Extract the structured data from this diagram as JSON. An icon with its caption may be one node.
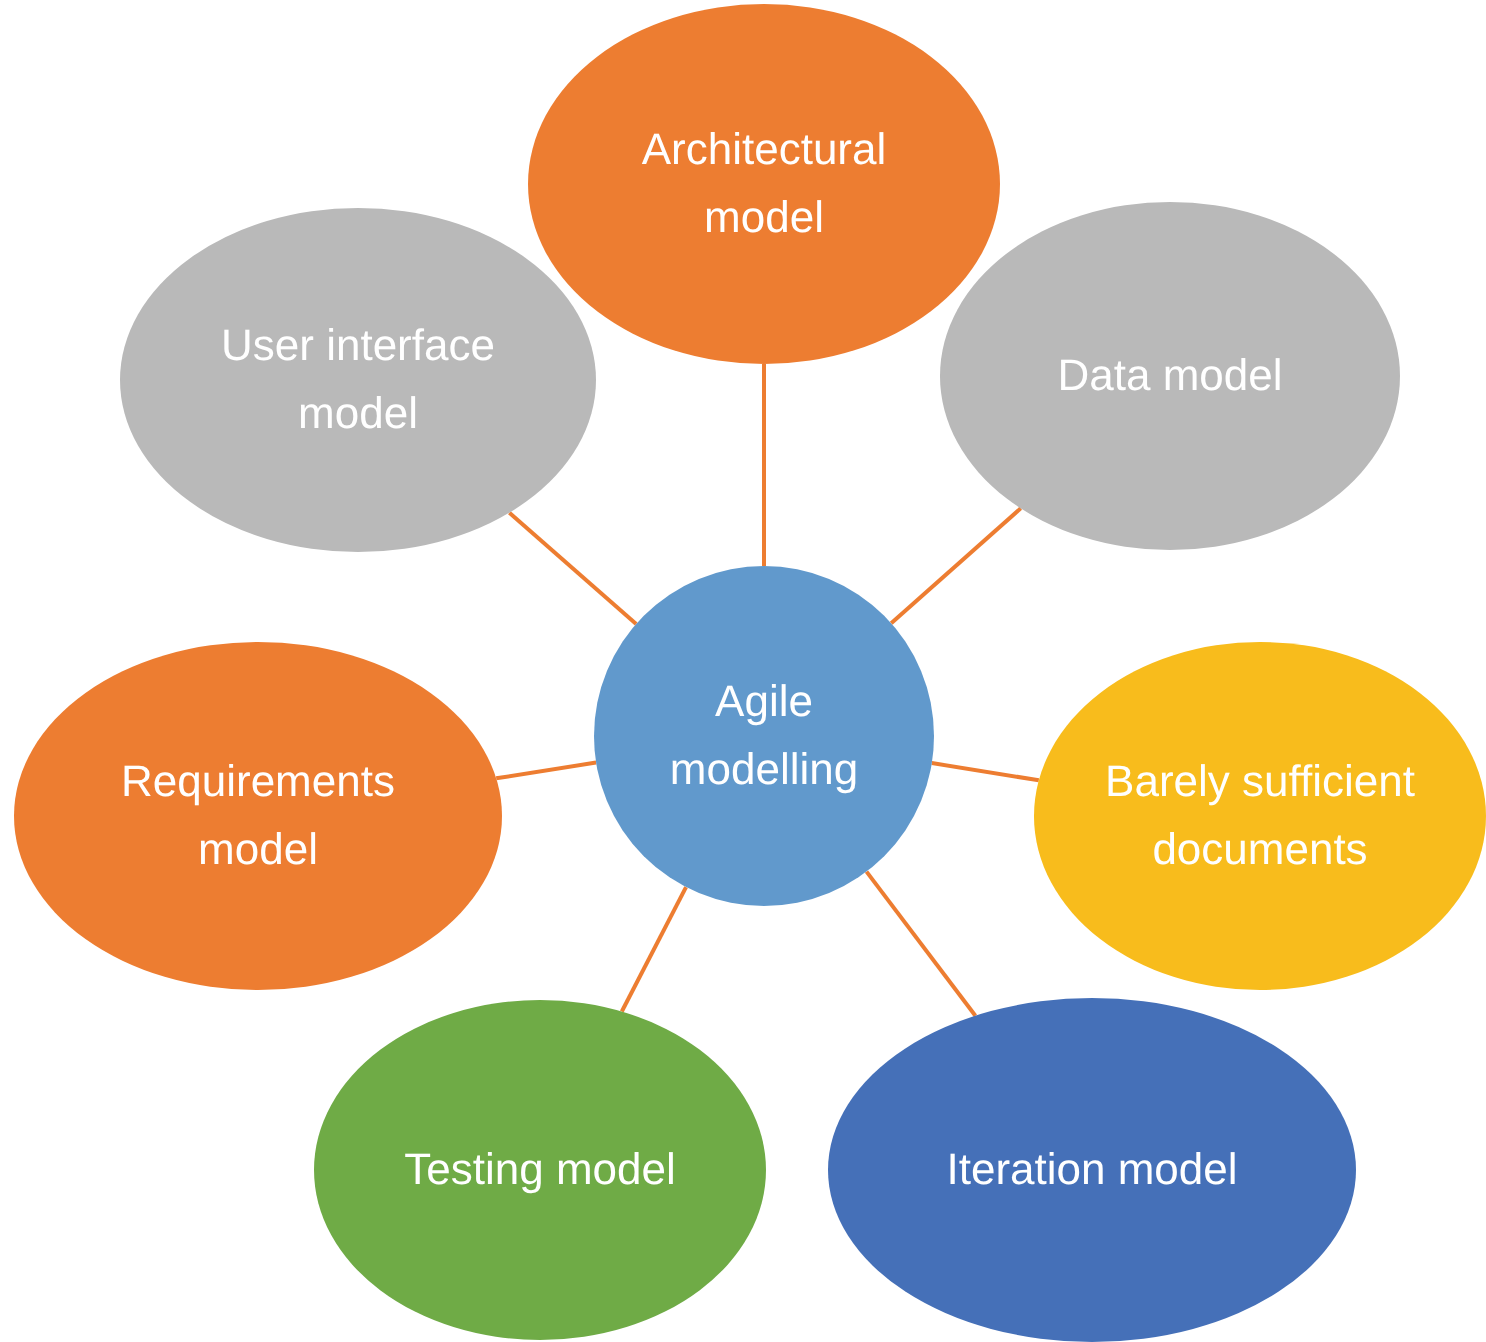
{
  "diagram": {
    "nodes": [
      {
        "text": [
          "Architectural model"
        ]
      },
      {
        "text": [
          "User interface model"
        ]
      },
      {
        "text": [
          "Data model"
        ]
      },
      {
        "text": [
          "Agile modelling"
        ]
      },
      {
        "text": [
          "Requirements model"
        ]
      },
      {
        "text": [
          "Barely sufficient documents"
        ]
      },
      {
        "text": [
          "Testing model"
        ]
      },
      {
        "text": [
          "Iteration model"
        ]
      }
    ],
    "edges": [
      {
        "from": 3,
        "to": 0,
        "arrow": "none"
      },
      {
        "from": 3,
        "to": 1,
        "arrow": "none"
      },
      {
        "from": 3,
        "to": 2,
        "arrow": "none"
      },
      {
        "from": 3,
        "to": 4,
        "arrow": "none"
      },
      {
        "from": 3,
        "to": 5,
        "arrow": "none"
      },
      {
        "from": 3,
        "to": 6,
        "arrow": "none"
      },
      {
        "from": 3,
        "to": 7,
        "arrow": "none"
      }
    ]
  }
}
